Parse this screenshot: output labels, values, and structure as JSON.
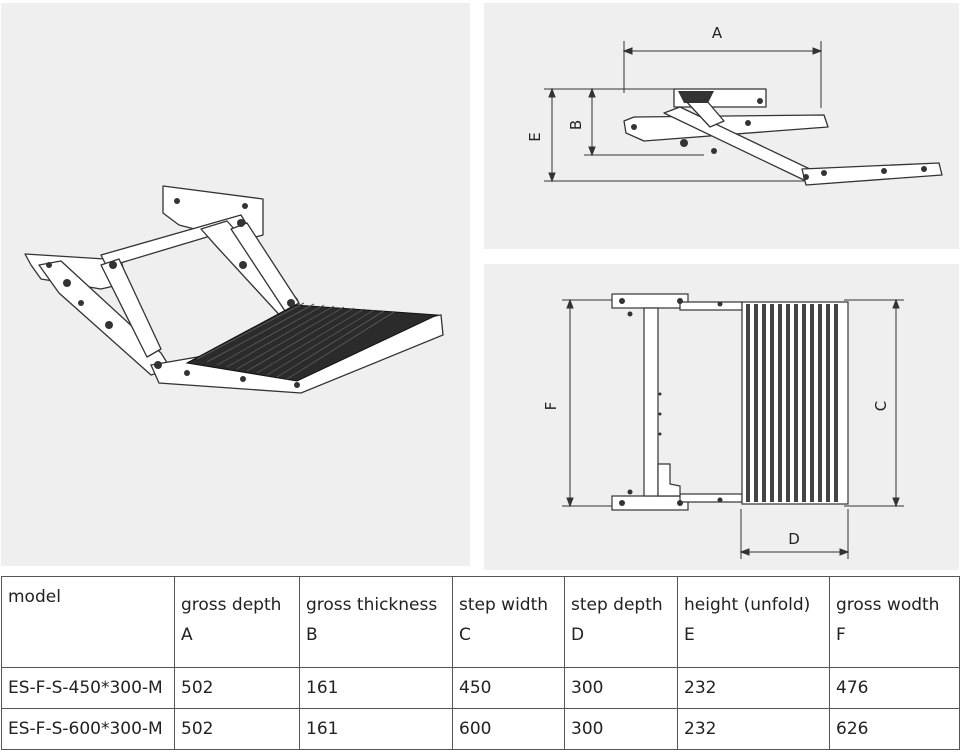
{
  "diagram_labels": {
    "A": "A",
    "B": "B",
    "C": "C",
    "D": "D",
    "E": "E",
    "F": "F"
  },
  "table": {
    "headers": [
      {
        "line1": "model",
        "line2": ""
      },
      {
        "line1": "gross depth",
        "line2": "A"
      },
      {
        "line1": "gross thickness",
        "line2": "B"
      },
      {
        "line1": "step width",
        "line2": "C"
      },
      {
        "line1": "step depth",
        "line2": "D"
      },
      {
        "line1": "height (unfold)",
        "line2": "E"
      },
      {
        "line1": "gross wodth",
        "line2": "F"
      }
    ],
    "rows": [
      [
        "ES-F-S-450*300-M",
        "502",
        "161",
        "450",
        "300",
        "232",
        "476"
      ],
      [
        "ES-F-S-600*300-M",
        "502",
        "161",
        "600",
        "300",
        "232",
        "626"
      ]
    ]
  }
}
